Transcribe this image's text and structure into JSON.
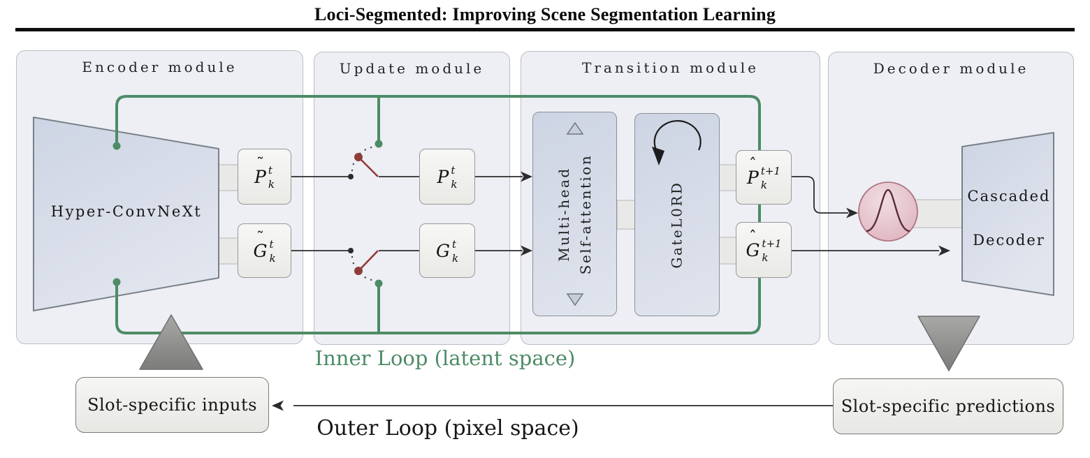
{
  "title": "Loci-Segmented: Improving Scene Segmentation Learning",
  "modules": {
    "encoder": {
      "title": "Encoder module",
      "block": "Hyper-ConvNeXt"
    },
    "update": {
      "title": "Update module"
    },
    "transition": {
      "title": "Transition module",
      "attention_line1": "Multi-head",
      "attention_line2": "Self-attention",
      "gatelord": "GateL0RD"
    },
    "decoder": {
      "title": "Decoder module",
      "block_line1": "Cascaded",
      "block_line2": "Decoder"
    }
  },
  "latents": {
    "p_tilde": {
      "accent": "˜",
      "letter": "P",
      "sup": "t",
      "sub": "k"
    },
    "g_tilde": {
      "accent": "˜",
      "letter": "G",
      "sup": "t",
      "sub": "k"
    },
    "p_cur": {
      "accent": "",
      "letter": "P",
      "sup": "t",
      "sub": "k"
    },
    "g_cur": {
      "accent": "",
      "letter": "G",
      "sup": "t",
      "sub": "k"
    },
    "p_next": {
      "accent": "ˆ",
      "letter": "P",
      "sup": "t+1",
      "sub": "k"
    },
    "g_next": {
      "accent": "ˆ",
      "letter": "G",
      "sup": "t+1",
      "sub": "k"
    }
  },
  "labels": {
    "inner_loop": "Inner Loop (latent space)",
    "outer_loop": "Outer Loop (pixel space)",
    "inputs": "Slot-specific inputs",
    "predictions": "Slot-specific predictions"
  },
  "colors": {
    "loop_green": "#4d8b66",
    "switch_red": "#8e3c38",
    "block_fill": "#cfd5e2",
    "gauss_pink": "#e7c6cf",
    "panel_fill": "#edeff4"
  }
}
